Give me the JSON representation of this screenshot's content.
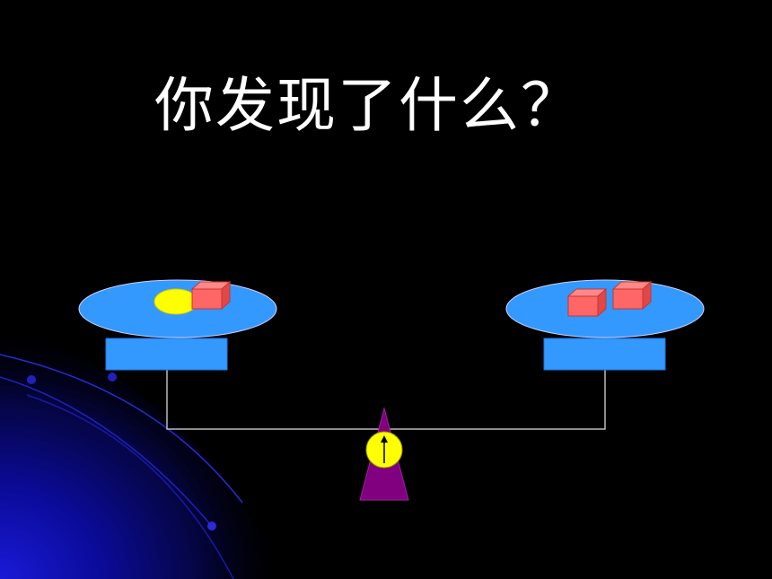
{
  "slide": {
    "title": "你发现了什么？",
    "background_color": "#000000",
    "decoration_color": "#1010c8"
  },
  "balance": {
    "pan_color": "#3399ff",
    "beam_color": "#bbbbbb",
    "pivot_color": "#800080",
    "dial_color": "#ffff00",
    "left_pan": {
      "items": [
        "yellow-ball",
        "red-cube"
      ]
    },
    "right_pan": {
      "items": [
        "red-cube",
        "red-cube"
      ]
    },
    "block_color": "#ff6666",
    "ball_color": "#ffff00",
    "icons": [
      "arrow-up-icon"
    ]
  }
}
